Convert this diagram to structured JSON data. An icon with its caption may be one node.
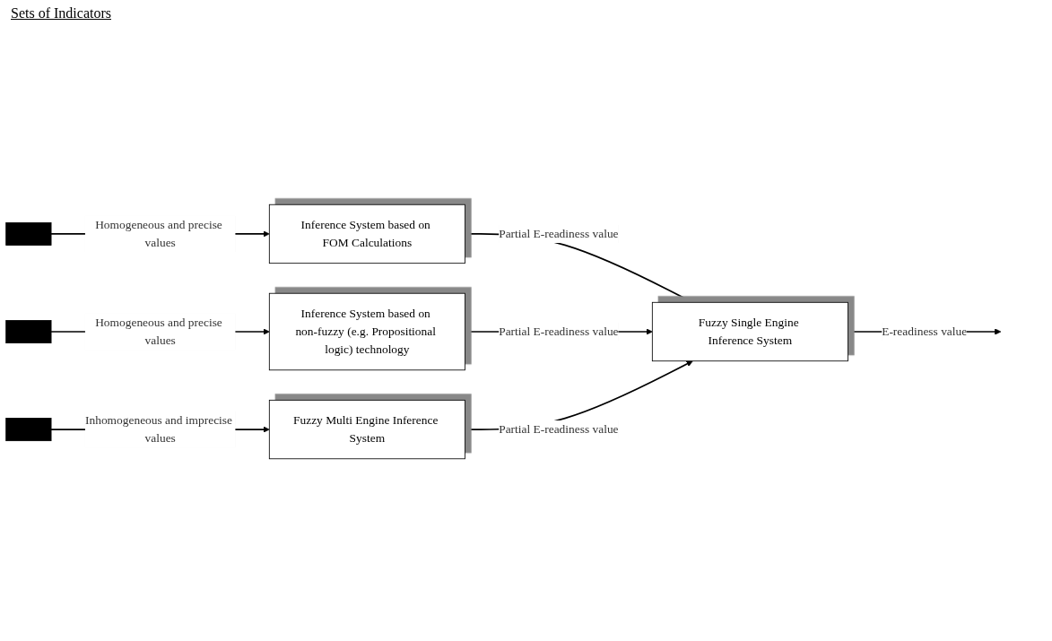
{
  "diagram": {
    "title": "Sets of Indicators",
    "nodes": [
      {
        "text": [],
        "shape": "bar"
      },
      {
        "text": [],
        "shape": "bar"
      },
      {
        "text": [],
        "shape": "bar"
      },
      {
        "text": [
          "Inference System based on FOM Calculations"
        ]
      },
      {
        "text": [
          "Inference System based on non-fuzzy (e.g. Propositional logic) technology"
        ]
      },
      {
        "text": [
          "Fuzzy Multi Engine Inference System"
        ]
      },
      {
        "text": [
          "Fuzzy Single Engine Inference System"
        ]
      }
    ],
    "edges": [
      {
        "from": 0,
        "to": 3,
        "arrow": "to",
        "label": "Homogeneous and precise values"
      },
      {
        "from": 1,
        "to": 4,
        "arrow": "to",
        "label": "Homogeneous and precise values"
      },
      {
        "from": 2,
        "to": 5,
        "arrow": "to",
        "label": "Inhomogeneous and imprecise values"
      },
      {
        "from": 3,
        "to": 6,
        "arrow": "to",
        "label": "Partial E-readiness value"
      },
      {
        "from": 4,
        "to": 6,
        "arrow": "to",
        "label": "Partial E-readiness value"
      },
      {
        "from": 5,
        "to": 6,
        "arrow": "to",
        "label": "Partial E-readiness value"
      },
      {
        "from": 6,
        "to": null,
        "arrow": "to",
        "label": "E-readiness value"
      }
    ]
  }
}
